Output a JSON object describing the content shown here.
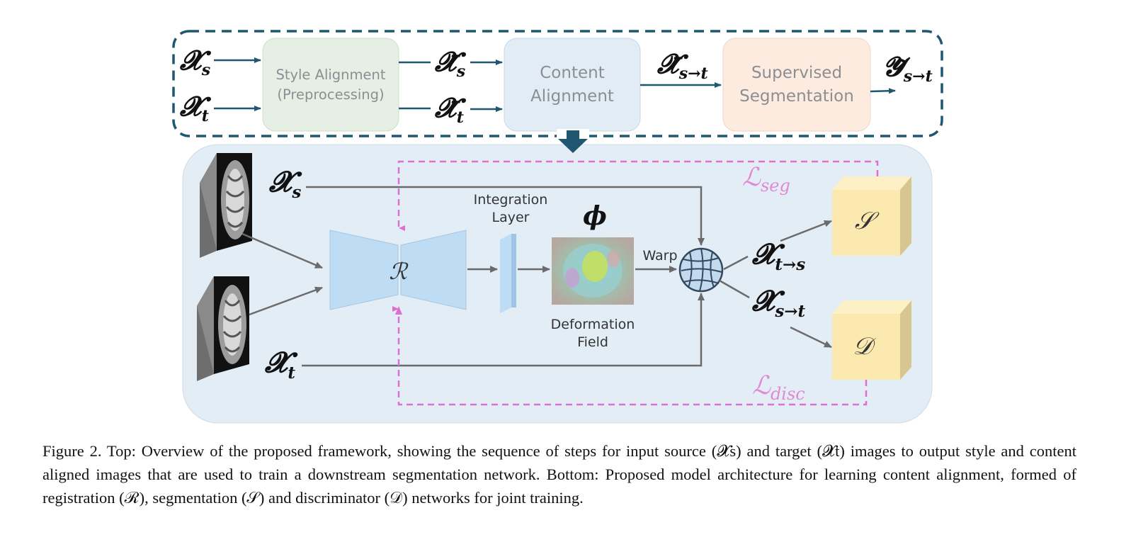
{
  "top": {
    "input_s": "𝓧",
    "input_s_sub": "s",
    "input_t": "𝓧",
    "input_t_sub": "t",
    "style_box_line1": "Style Alignment",
    "style_box_line2": "(Preprocessing)",
    "bar_s": "𝓧̄",
    "bar_s_sub": "s",
    "bar_t": "𝓧̄",
    "bar_t_sub": "t",
    "content_box_line1": "Content",
    "content_box_line2": "Alignment",
    "aligned_out": "𝓧̄",
    "aligned_out_sub": "s→t",
    "seg_box_line1": "Supervised",
    "seg_box_line2": "Segmentation",
    "seg_out": "𝓨̃",
    "seg_out_sub": "s→t"
  },
  "bottom": {
    "xs_label": "𝓧",
    "xs_sub": "s",
    "xt_label": "𝓧",
    "xt_sub": "t",
    "reg_label": "ℛ",
    "integration_line1": "Integration",
    "integration_line2": "Layer",
    "phi_label": "ϕ",
    "deform_line1": "Deformation",
    "deform_line2": "Field",
    "warp_label": "Warp",
    "out_ts": "𝓧",
    "out_ts_sub": "t→s",
    "out_st": "𝓧",
    "out_st_sub": "s→t",
    "seg_net": "𝒮",
    "disc_net": "𝒟",
    "loss_seg": "ℒ",
    "loss_seg_sub": "seg",
    "loss_disc": "ℒ",
    "loss_disc_sub": "disc"
  },
  "caption": "Figure 2. Top: Overview of the proposed framework, showing the sequence of steps for input source (𝓧s) and target (𝓧t) images to output style and content aligned images that are used to train a downstream segmentation network. Bottom: Proposed model architecture for learning content alignment, formed of registration (ℛ), segmentation (𝒮) and discriminator (𝒟) networks for joint training.",
  "colors": {
    "dashed_frame": "#1f5670",
    "bottom_panel": "#e3edf6",
    "style_box": "#e6efe3",
    "content_box": "#e2ecf5",
    "seg_box": "#fdebe0",
    "network": "#bfdcf5",
    "cube_front": "#fbe9b0",
    "loss_pink": "#dd6fd0",
    "arrow": "#6b6b6b",
    "top_arrow": "#1f5670"
  }
}
